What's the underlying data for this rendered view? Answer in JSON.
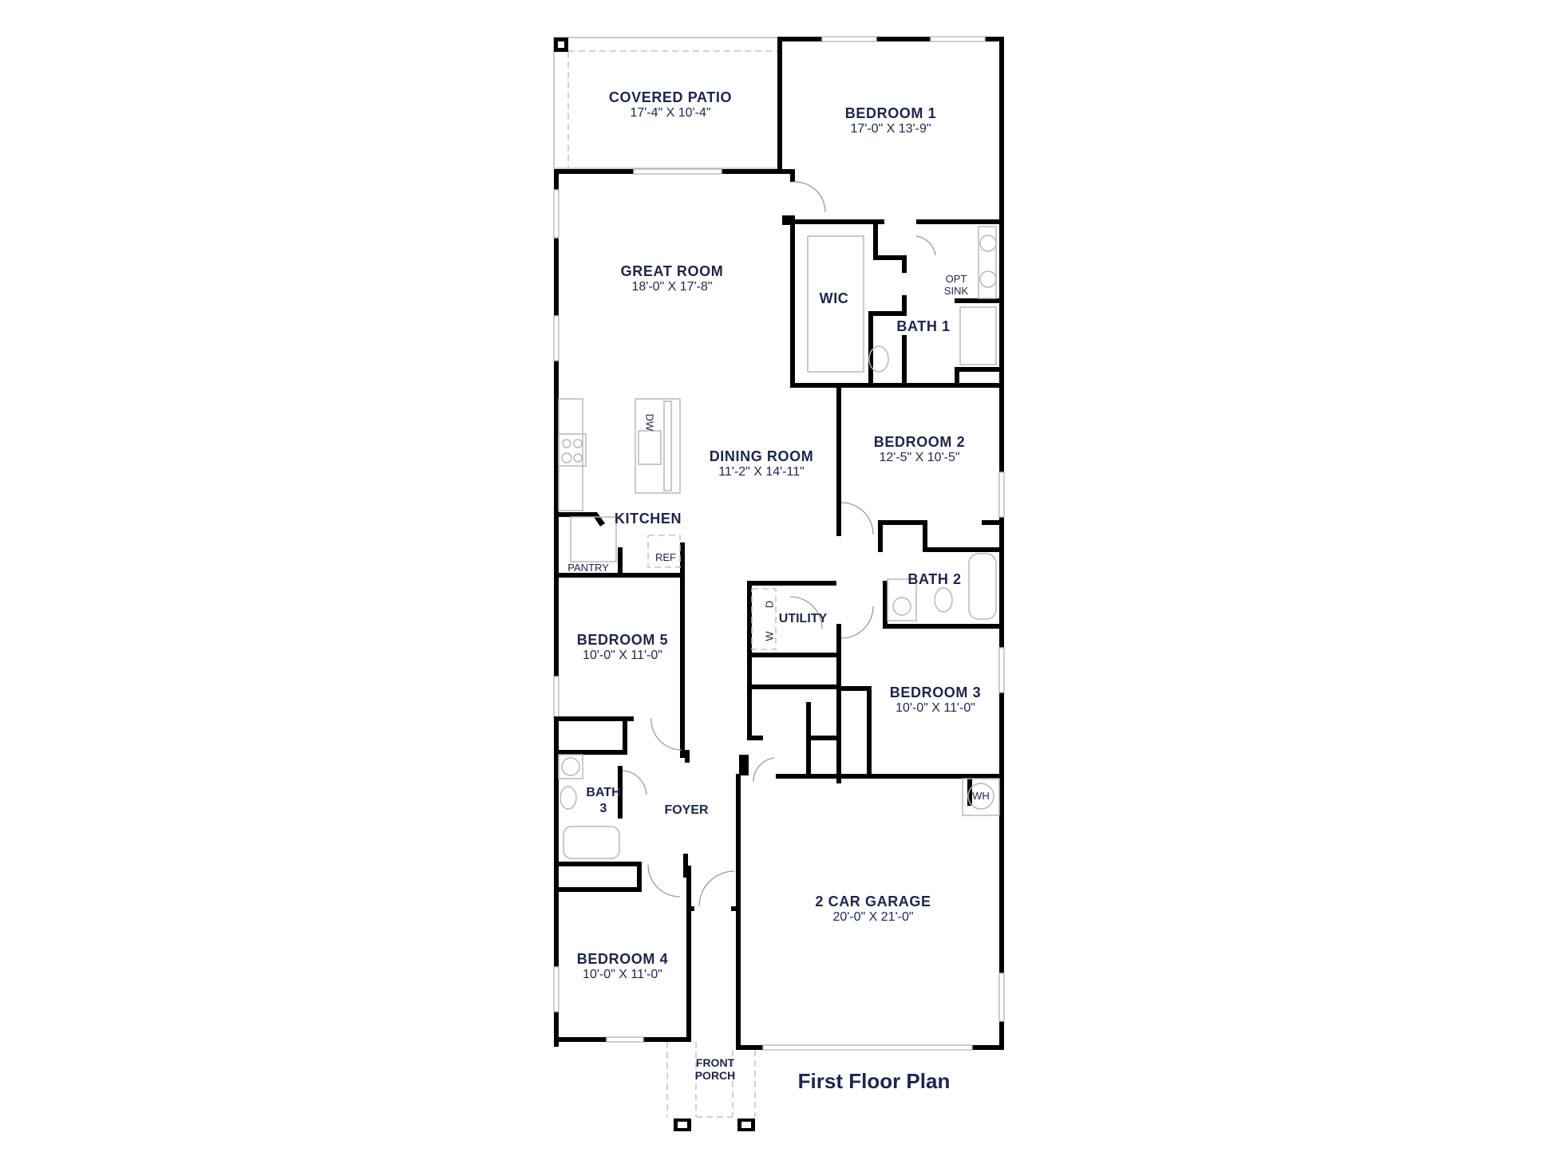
{
  "plan": {
    "title": "First Floor Plan",
    "label_color": "#1c2551",
    "wall_color": "#000000"
  },
  "rooms": {
    "covered_patio": {
      "name": "COVERED PATIO",
      "dims": "17'-4\" X 10'-4\""
    },
    "bedroom1": {
      "name": "BEDROOM 1",
      "dims": "17'-0\" X 13'-9\""
    },
    "great_room": {
      "name": "GREAT ROOM",
      "dims": "18'-0\" X 17'-8\""
    },
    "wic": {
      "name": "WIC"
    },
    "bath1": {
      "name": "BATH 1"
    },
    "opt_sink": {
      "line1": "OPT",
      "line2": "SINK"
    },
    "dining_room": {
      "name": "DINING ROOM",
      "dims": "11'-2\" X 14'-11\""
    },
    "bedroom2": {
      "name": "BEDROOM 2",
      "dims": "12'-5\" X 10'-5\""
    },
    "kitchen": {
      "name": "KITCHEN"
    },
    "pantry": {
      "name": "PANTRY"
    },
    "ref": {
      "name": "REF"
    },
    "dw": {
      "name": "DW"
    },
    "bath2": {
      "name": "BATH 2"
    },
    "utility": {
      "name": "UTILITY"
    },
    "washer": {
      "name": "W"
    },
    "dryer": {
      "name": "D"
    },
    "bedroom5": {
      "name": "BEDROOM 5",
      "dims": "10'-0\" X 11'-0\""
    },
    "bedroom3": {
      "name": "BEDROOM 3",
      "dims": "10'-0\" X 11'-0\""
    },
    "bath3": {
      "line1": "BATH",
      "line2": "3"
    },
    "foyer": {
      "name": "FOYER"
    },
    "wh": {
      "name": "WH"
    },
    "garage": {
      "name": "2 CAR GARAGE",
      "dims": "20'-0\" X 21'-0\""
    },
    "bedroom4": {
      "name": "BEDROOM 4",
      "dims": "10'-0\" X 11'-0\""
    },
    "front_porch": {
      "line1": "FRONT",
      "line2": "PORCH"
    }
  }
}
